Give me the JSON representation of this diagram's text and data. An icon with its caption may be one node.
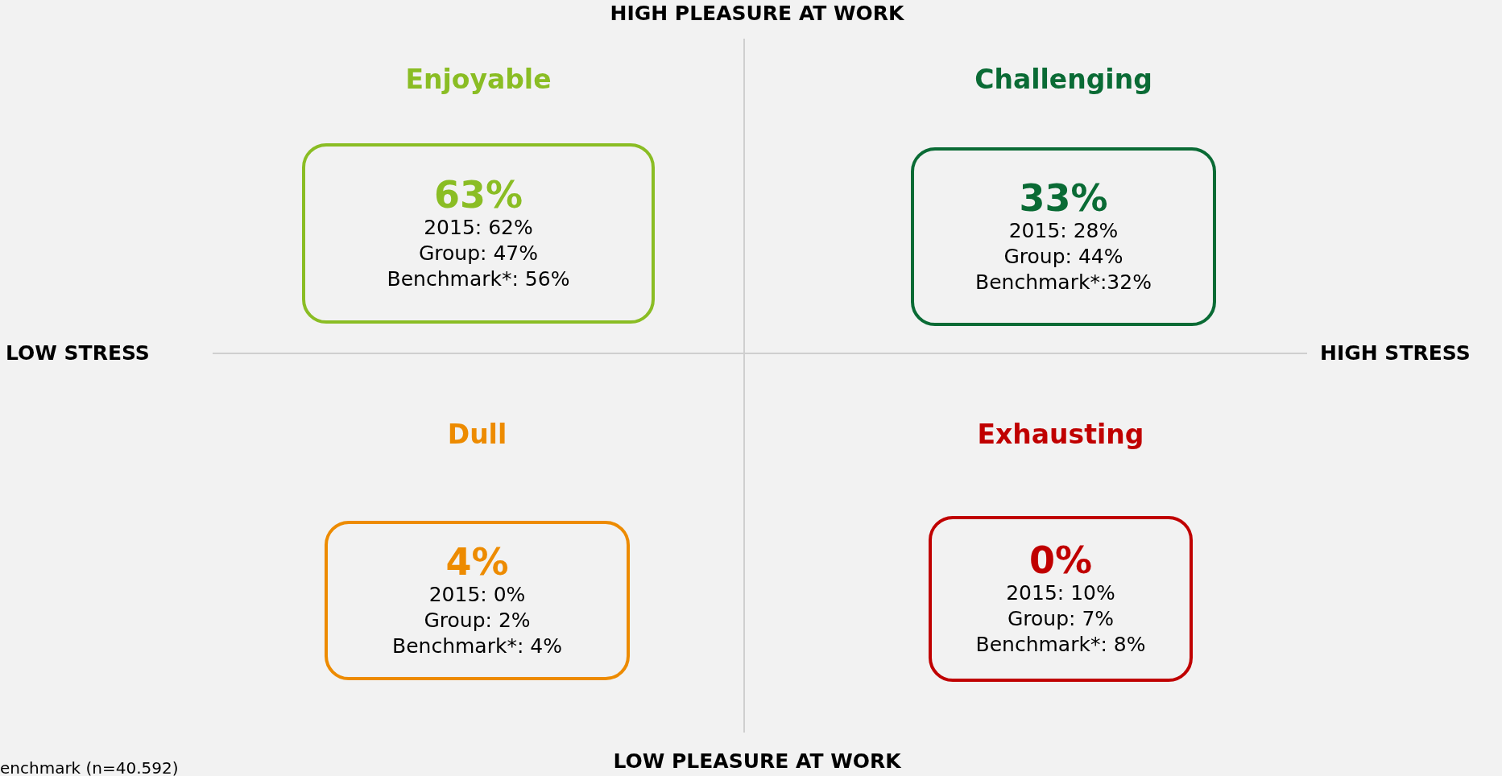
{
  "diagram": {
    "nodes": [
      {
        "text": [
          "Enjoyable",
          "63%",
          "2015: 62%",
          "Group: 47%",
          "Benchmark*: 56%"
        ]
      },
      {
        "text": [
          "Challenging",
          "33%",
          "2015: 28%",
          "Group: 44%",
          "Benchmark*:32%"
        ]
      },
      {
        "text": [
          "Dull",
          "4%",
          "2015: 0%",
          "Group: 2%",
          "Benchmark*: 4%"
        ]
      },
      {
        "text": [
          "Exhausting",
          "0%",
          "2015: 10%",
          "Group: 7%",
          "Benchmark*: 8%"
        ]
      }
    ],
    "labels": [
      "HIGH PLEASURE AT WORK",
      "LOW STRESS",
      "HIGH STRESS",
      "LOW PLEASURE AT WORK",
      "enchmark (n=40.592)"
    ]
  }
}
